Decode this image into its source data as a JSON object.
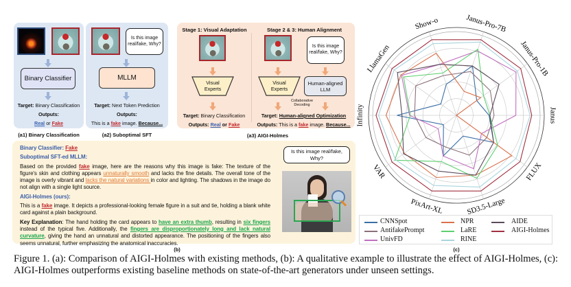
{
  "panel_a1": {
    "block": "Binary Classifier",
    "target_label": "Target:",
    "target": "Binary Classification",
    "outputs_label": "Outputs:",
    "out_real": "Real",
    "out_or": "or",
    "out_fake": "Fake",
    "caption": "(a1) Binary Classification"
  },
  "panel_a2": {
    "question": "Is this image real/fake, Why?",
    "block": "MLLM",
    "target_label": "Target:",
    "target": "Next Token Prediction",
    "outputs_label": "Outputs:",
    "out_pre": "This is a",
    "out_fake": "fake",
    "out_mid": "image.",
    "out_because": "Because...",
    "caption": "(a2) Suboptimal SFT"
  },
  "panel_a3": {
    "stage1_title": "Stage 1: Visual Adaptation",
    "stage23_title": "Stage 2 & 3: Human Alignment",
    "visual_experts": "Visual Experts",
    "question": "Is this image real/fake, Why?",
    "llm": "Human-aligned LLM",
    "collab": "Collaborative Decoding",
    "s1_target_label": "Target:",
    "s1_target": "Binary Classification",
    "s1_outputs_label": "Outputs:",
    "s1_real": "Real",
    "s1_or": "or",
    "s1_fake": "Fake",
    "s2_target_label": "Target:",
    "s2_target": "Human-aligned Optimization",
    "s2_outputs_label": "Outputs:",
    "s2_pre": "This is a",
    "s2_fake": "fake",
    "s2_mid": "image.",
    "s2_because": "Because...",
    "caption": "(a3) AIGI-Holmes"
  },
  "panel_b": {
    "question": "Is this image real/fake, Why?",
    "caption": "(b)",
    "paragraphs": [
      {
        "segments": [
          {
            "style": "h",
            "text": "Binary Classifier: "
          },
          {
            "style": "fake",
            "text": "Fake"
          }
        ]
      },
      {
        "segments": [
          {
            "style": "h",
            "text": "Suboptimal SFT-ed MLLM:"
          }
        ]
      },
      {
        "segments": [
          {
            "style": "",
            "text": "Based on the provided "
          },
          {
            "style": "fake",
            "text": "fake"
          },
          {
            "style": "",
            "text": " image, here are the reasons why this image is fake: The texture of the figure's skin and clothing appears "
          },
          {
            "style": "orange",
            "text": "unnaturally smooth"
          },
          {
            "style": "",
            "text": " and lacks the fine details. The overall tone of the image is overly vibrant and "
          },
          {
            "style": "orange",
            "text": "lacks the natural variations "
          },
          {
            "style": "",
            "text": "in color and lighting. The shadows in the image do not align with a single light source."
          }
        ]
      },
      {
        "segments": [
          {
            "style": "h",
            "text": "AIGI-Holmes (ours):"
          }
        ]
      },
      {
        "segments": [
          {
            "style": "",
            "text": "This is a "
          },
          {
            "style": "fake",
            "text": "fake"
          },
          {
            "style": "",
            "text": " image. It depicts a professional-looking female figure in a suit and tie, holding a blank white card against a plain background."
          }
        ]
      },
      {
        "segments": [
          {
            "style": "bold",
            "text": "Key Explanation"
          },
          {
            "style": "",
            "text": ": The hand holding the card appears to "
          },
          {
            "style": "green",
            "text": "have an extra thumb"
          },
          {
            "style": "",
            "text": ", resulting in "
          },
          {
            "style": "green",
            "text": "six fingers"
          },
          {
            "style": "",
            "text": " instead of the typical five. Additionally, the "
          },
          {
            "style": "green",
            "text": "fingers are disproportionately long and lack natural curvature"
          },
          {
            "style": "",
            "text": ", giving the hand an unnatural and distorted appearance. The positioning of the fingers also seems unnatural, further emphasizing the anatomical inaccuracies."
          }
        ]
      }
    ]
  },
  "chart_data": {
    "type": "radar",
    "caption": "(c)",
    "axes": [
      "Janus",
      "Janus-Pro-1B",
      "Janus-Pro-7B",
      "Show-o",
      "LlamaGen",
      "Infinity",
      "VAR",
      "PixArt-XL",
      "SD3.5-Large",
      "FLUX"
    ],
    "rlim": [
      0,
      100
    ],
    "grid": true,
    "legend_position": "bottom",
    "series": [
      {
        "name": "CNNSpot",
        "color": "#3a6ea5",
        "values": [
          39,
          30,
          62,
          39,
          23,
          71,
          19,
          51,
          26,
          55
        ]
      },
      {
        "name": "AntifakePrompt",
        "color": "#8a7078",
        "values": [
          45,
          50,
          55,
          50,
          60,
          50,
          45,
          40,
          50,
          45
        ]
      },
      {
        "name": "UnivFD",
        "color": "#c070c0",
        "values": [
          71,
          88,
          81,
          64,
          81,
          56,
          27,
          51,
          67,
          37
        ]
      },
      {
        "name": "NPR",
        "color": "#d9704a",
        "values": [
          0,
          36,
          30,
          78,
          82,
          84,
          77,
          78,
          75,
          82
        ]
      },
      {
        "name": "LaRE",
        "color": "#5ccf6f",
        "values": [
          40,
          40,
          83,
          53,
          78,
          55,
          91,
          58,
          79,
          61
        ]
      },
      {
        "name": "RINE",
        "color": "#a8d4de",
        "values": [
          88,
          90,
          92,
          90,
          92,
          93,
          90,
          88,
          90,
          88
        ]
      },
      {
        "name": "AIDE",
        "color": "#5a4a5a",
        "values": [
          40,
          63,
          62,
          64,
          87,
          65,
          78,
          70,
          75,
          55
        ]
      },
      {
        "name": "AIGI-Holmes",
        "color": "#a03040",
        "values": [
          90,
          95,
          95,
          95,
          95,
          96,
          95,
          95,
          95,
          94
        ]
      }
    ]
  },
  "figure_caption": {
    "line1": "Figure 1. (a): Comparison of AIGI-Holmes with existing methods, (b): A qualitative example to illustrate the effect of AIGI-Holmes, (c):",
    "line2": "AIGI-Holmes outperforms existing baseline methods on state-of-the-art generators under unseen settings."
  }
}
